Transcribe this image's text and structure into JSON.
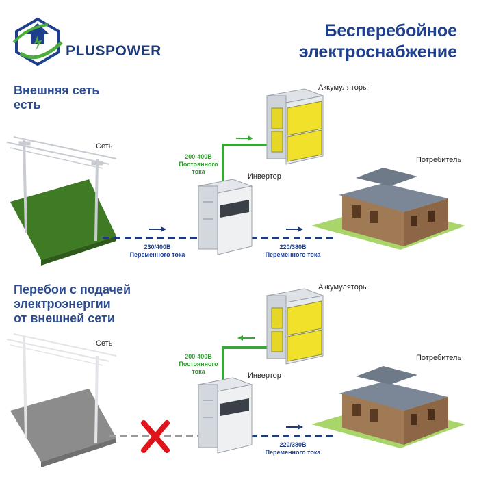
{
  "brand": {
    "name": "PLUSPOWER"
  },
  "title": {
    "line1": "Бесперебойное",
    "line2": "электроснабжение"
  },
  "scenario_normal": {
    "heading_line1": "Внешняя сеть",
    "heading_line2": "есть",
    "grid_label": "Сеть",
    "battery_label": "Аккумуляторы",
    "inverter_label": "Инвертор",
    "consumer_label": "Потребитель",
    "dc_voltage": "200-400В",
    "dc_line1": "Постоянного",
    "dc_line2": "тока",
    "grid_voltage": "230/400В",
    "grid_current": "Переменного тока",
    "out_voltage": "220/380В",
    "out_current": "Переменного тока"
  },
  "scenario_outage": {
    "heading_line1": "Перебои с подачей",
    "heading_line2": "электроэнергии",
    "heading_line3": "от внешней сети",
    "grid_label": "Сеть",
    "battery_label": "Аккумуляторы",
    "inverter_label": "Инвертор",
    "consumer_label": "Потребитель",
    "dc_voltage": "200-400В",
    "dc_line1": "Постоянного",
    "dc_line2": "тока",
    "out_voltage": "220/380В",
    "out_current": "Переменного тока"
  },
  "colors": {
    "brand_blue": "#1d3f8c",
    "dc_green": "#2f9a2f",
    "ac_line": "#1e3a78",
    "dead_line": "#9a9a9a",
    "fault_red": "#e0141b"
  }
}
